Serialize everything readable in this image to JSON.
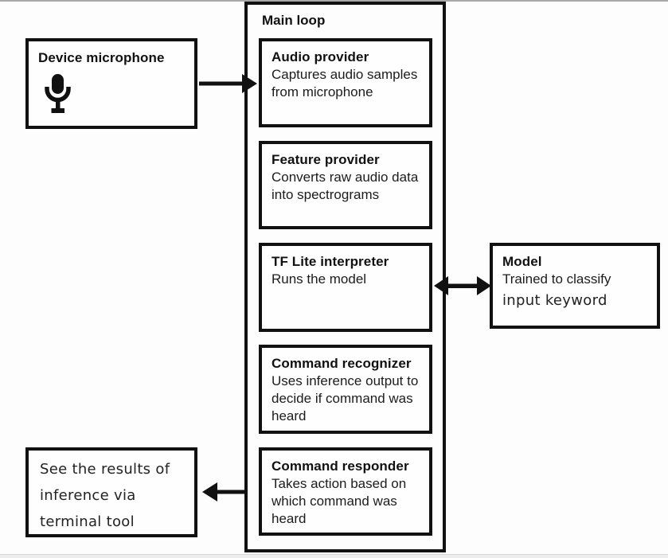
{
  "canvas": {
    "background": "#fdfdfd",
    "line_color": "#111111",
    "top_edge_color": "#a9a9a9",
    "bottom_strip_color": "#ededed"
  },
  "device_box": {
    "title": "Device microphone",
    "icon": "microphone-icon"
  },
  "main_loop": {
    "label": "Main loop",
    "modules": [
      {
        "title": "Audio provider",
        "body": "Captures audio samples from microphone"
      },
      {
        "title": "Feature provider",
        "body": "Converts raw audio data into spectrograms"
      },
      {
        "title": "TF Lite interpreter",
        "body": "Runs the model"
      },
      {
        "title": "Command recognizer",
        "body": "Uses inference output to decide if command was heard"
      },
      {
        "title": "Command responder",
        "body": "Takes action based on which command was heard"
      }
    ]
  },
  "model_box": {
    "title": "Model",
    "body_line1": "Trained to classify",
    "body_line2": "input keyword"
  },
  "results_box": {
    "lines": [
      "See the results of",
      "inference via",
      "terminal tool"
    ]
  },
  "arrows": [
    {
      "name": "mic-to-audio-provider",
      "direction": "right"
    },
    {
      "name": "interpreter-to-model",
      "direction": "both"
    },
    {
      "name": "responder-to-results",
      "direction": "left"
    }
  ]
}
